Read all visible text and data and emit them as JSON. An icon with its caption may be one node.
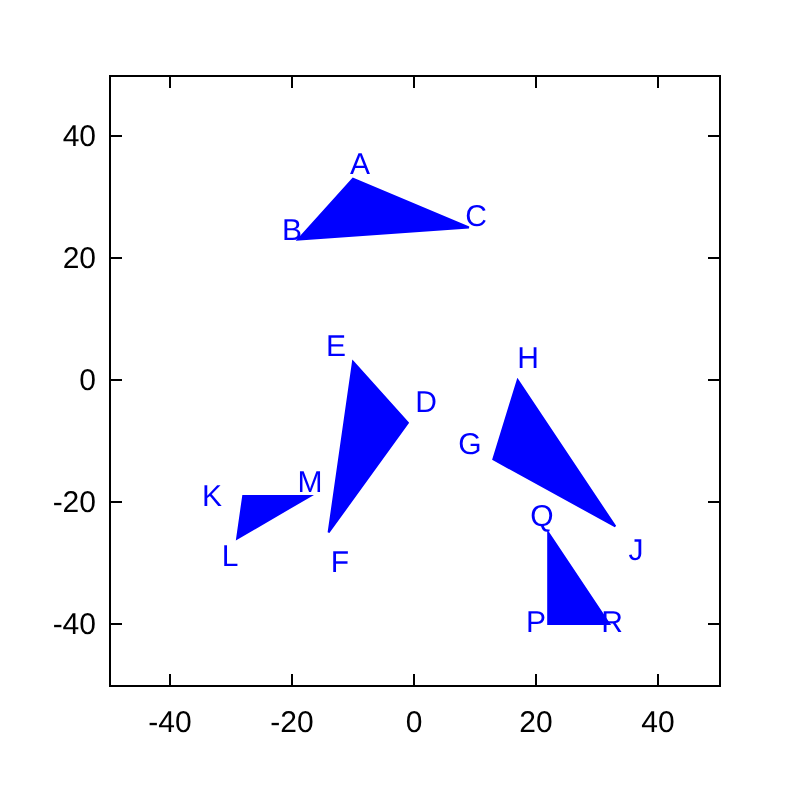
{
  "diagram": {
    "nodes": [
      {
        "text": [
          "A",
          "B",
          "C"
        ]
      },
      {
        "text": [
          "E",
          "D",
          "F"
        ]
      },
      {
        "text": [
          "H",
          "G",
          "J"
        ]
      },
      {
        "text": [
          "K",
          "M",
          "L"
        ]
      },
      {
        "text": [
          "Q",
          "P",
          "R"
        ]
      }
    ],
    "labels": [
      "40",
      "20",
      "0",
      "-20",
      "-40",
      "-40",
      "-20",
      "0",
      "20",
      "40"
    ]
  }
}
